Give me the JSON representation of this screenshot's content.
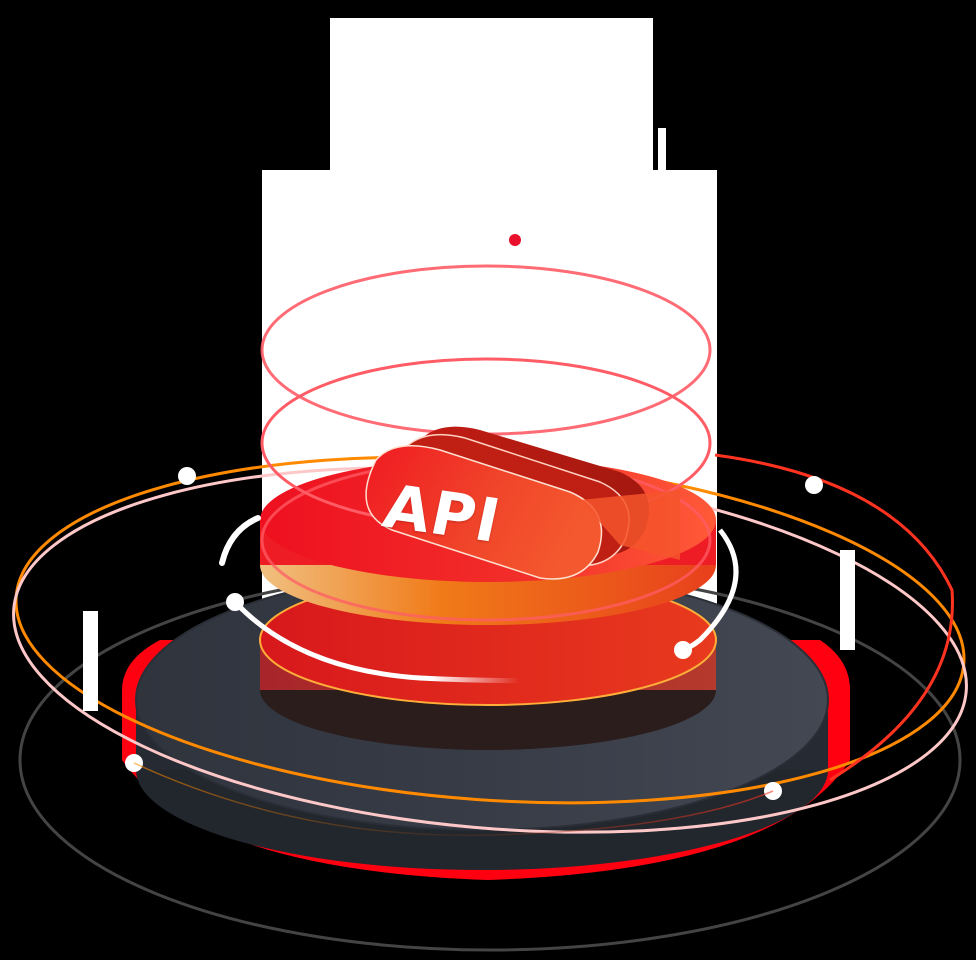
{
  "illustration": {
    "title": "API",
    "badge_label": "API",
    "background": "#000000",
    "colors": {
      "beam": "#ffffff",
      "ring_red": "#ff5c66",
      "dot_red": "#e8102a",
      "disc_red": "#ee1c24",
      "disc_orange": "#f25a2e",
      "disc_gold": "#ffb23f",
      "base_dark": "#363b45",
      "base_darker": "#22262d",
      "base_glow": "#ff0010",
      "orbit_orange": "#ff8a00",
      "orbit_pink": "#ffc8c8",
      "orbit_red": "#ff3320",
      "orbit_grey": "#444444",
      "node_white": "#ffffff"
    },
    "elements": {
      "beam": "light-beam",
      "rings_count": 3,
      "orbit_nodes": 6,
      "vertical_ticks": 2
    }
  }
}
